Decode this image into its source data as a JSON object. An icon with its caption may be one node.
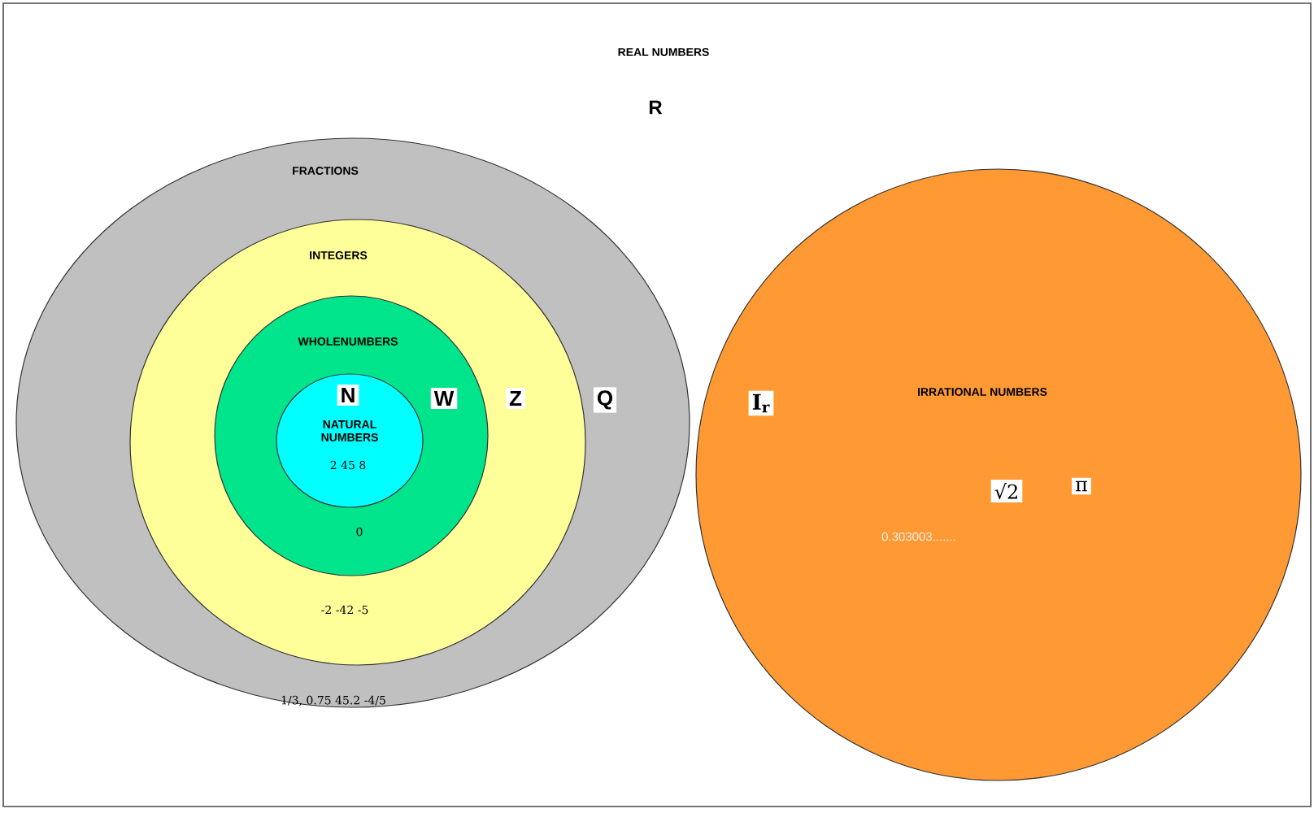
{
  "diagram": {
    "nodes": [
      {
        "text": [
          "REAL NUMBERS",
          "R"
        ]
      },
      {
        "text": [
          "FRACTIONS",
          "Q",
          "1/3, 0.75 45.2 -4/5"
        ],
        "in": 0
      },
      {
        "text": [
          "INTEGERS",
          "Z",
          "-2 -42 -5"
        ],
        "in": 1
      },
      {
        "text": [
          "WHOLENUMBERS",
          "W",
          "0"
        ],
        "in": 2
      },
      {
        "text": [
          "N",
          "NATURAL NUMBERS",
          "2 45 8"
        ],
        "in": 3
      },
      {
        "text": [
          "IRRATIONAL NUMBERS",
          "I$_{r}$",
          "√2",
          "π",
          "0.303003......."
        ],
        "in": 0
      }
    ]
  }
}
